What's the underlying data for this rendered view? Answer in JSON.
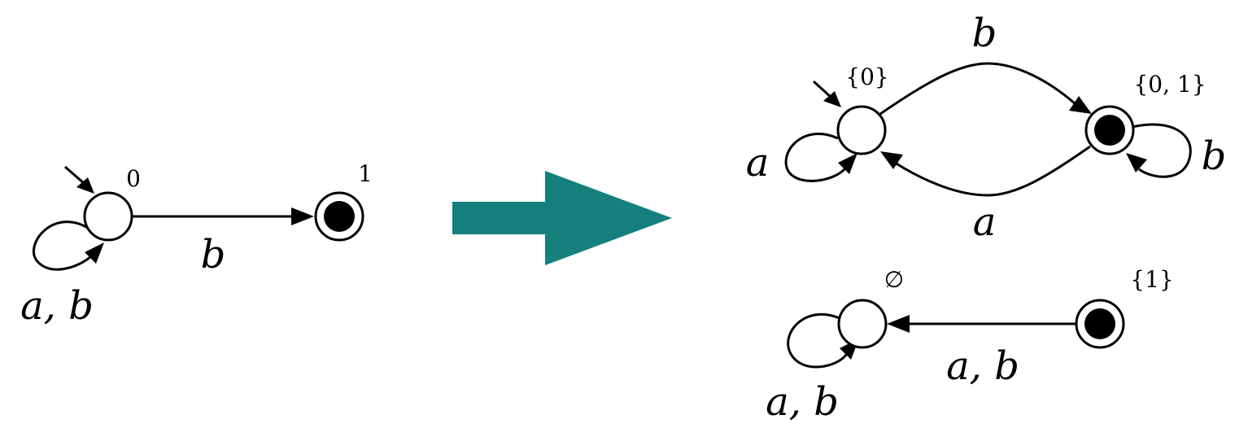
{
  "colors": {
    "transform_arrow": "#15807e",
    "ink": "#000000"
  },
  "nfa": {
    "states": [
      {
        "id": "0",
        "label": "0",
        "initial": true,
        "final": false
      },
      {
        "id": "1",
        "label": "1",
        "initial": false,
        "final": true
      }
    ],
    "transitions": [
      {
        "from": "0",
        "to": "0",
        "label": "a, b"
      },
      {
        "from": "0",
        "to": "1",
        "label": "b"
      }
    ]
  },
  "dfa": {
    "states": [
      {
        "id": "s0",
        "label": "{0}",
        "initial": true,
        "final": false
      },
      {
        "id": "s01",
        "label": "{0, 1}",
        "initial": false,
        "final": true
      },
      {
        "id": "empty",
        "label": "∅",
        "initial": false,
        "final": false
      },
      {
        "id": "s1",
        "label": "{1}",
        "initial": false,
        "final": true
      }
    ],
    "transitions": [
      {
        "from": "s0",
        "to": "s0",
        "label": "a"
      },
      {
        "from": "s0",
        "to": "s01",
        "label": "b"
      },
      {
        "from": "s01",
        "to": "s0",
        "label": "a"
      },
      {
        "from": "s01",
        "to": "s01",
        "label": "b"
      },
      {
        "from": "empty",
        "to": "empty",
        "label": "a, b"
      },
      {
        "from": "s1",
        "to": "empty",
        "label": "a, b"
      }
    ]
  }
}
